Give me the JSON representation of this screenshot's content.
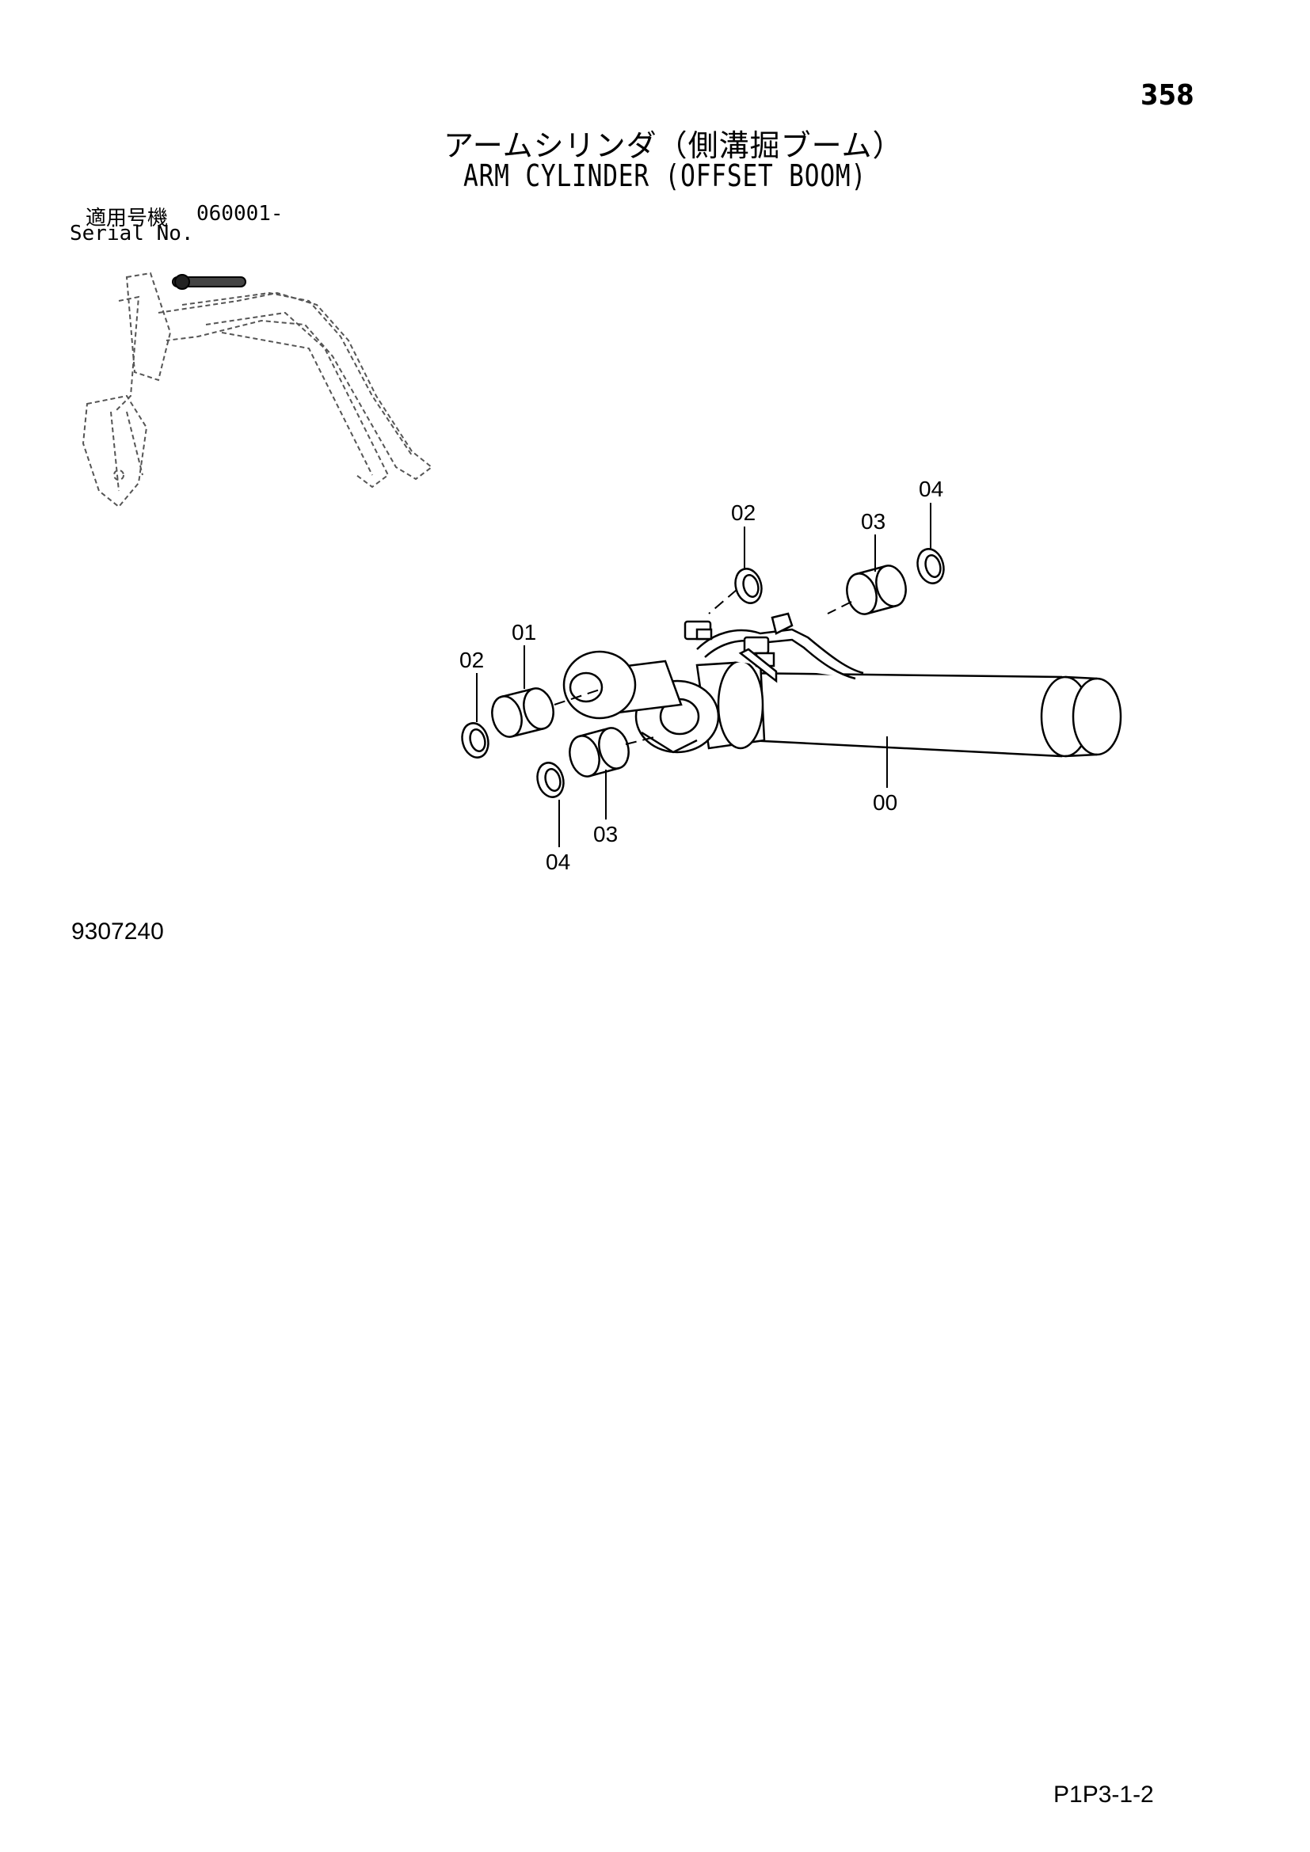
{
  "page_number": "358",
  "title_jp": "アームシリンダ（側溝掘ブーム）",
  "title_en": "ARM CYLINDER (OFFSET BOOM)",
  "serial": {
    "label_jp": "適用号機",
    "value": "060001-",
    "label_en": "Serial No."
  },
  "callouts": {
    "c00": "00",
    "c01": "01",
    "c02a": "02",
    "c02b": "02",
    "c03a": "03",
    "c03b": "03",
    "c04a": "04",
    "c04b": "04"
  },
  "drawing_number": "9307240",
  "page_code": "P1P3-1-2"
}
